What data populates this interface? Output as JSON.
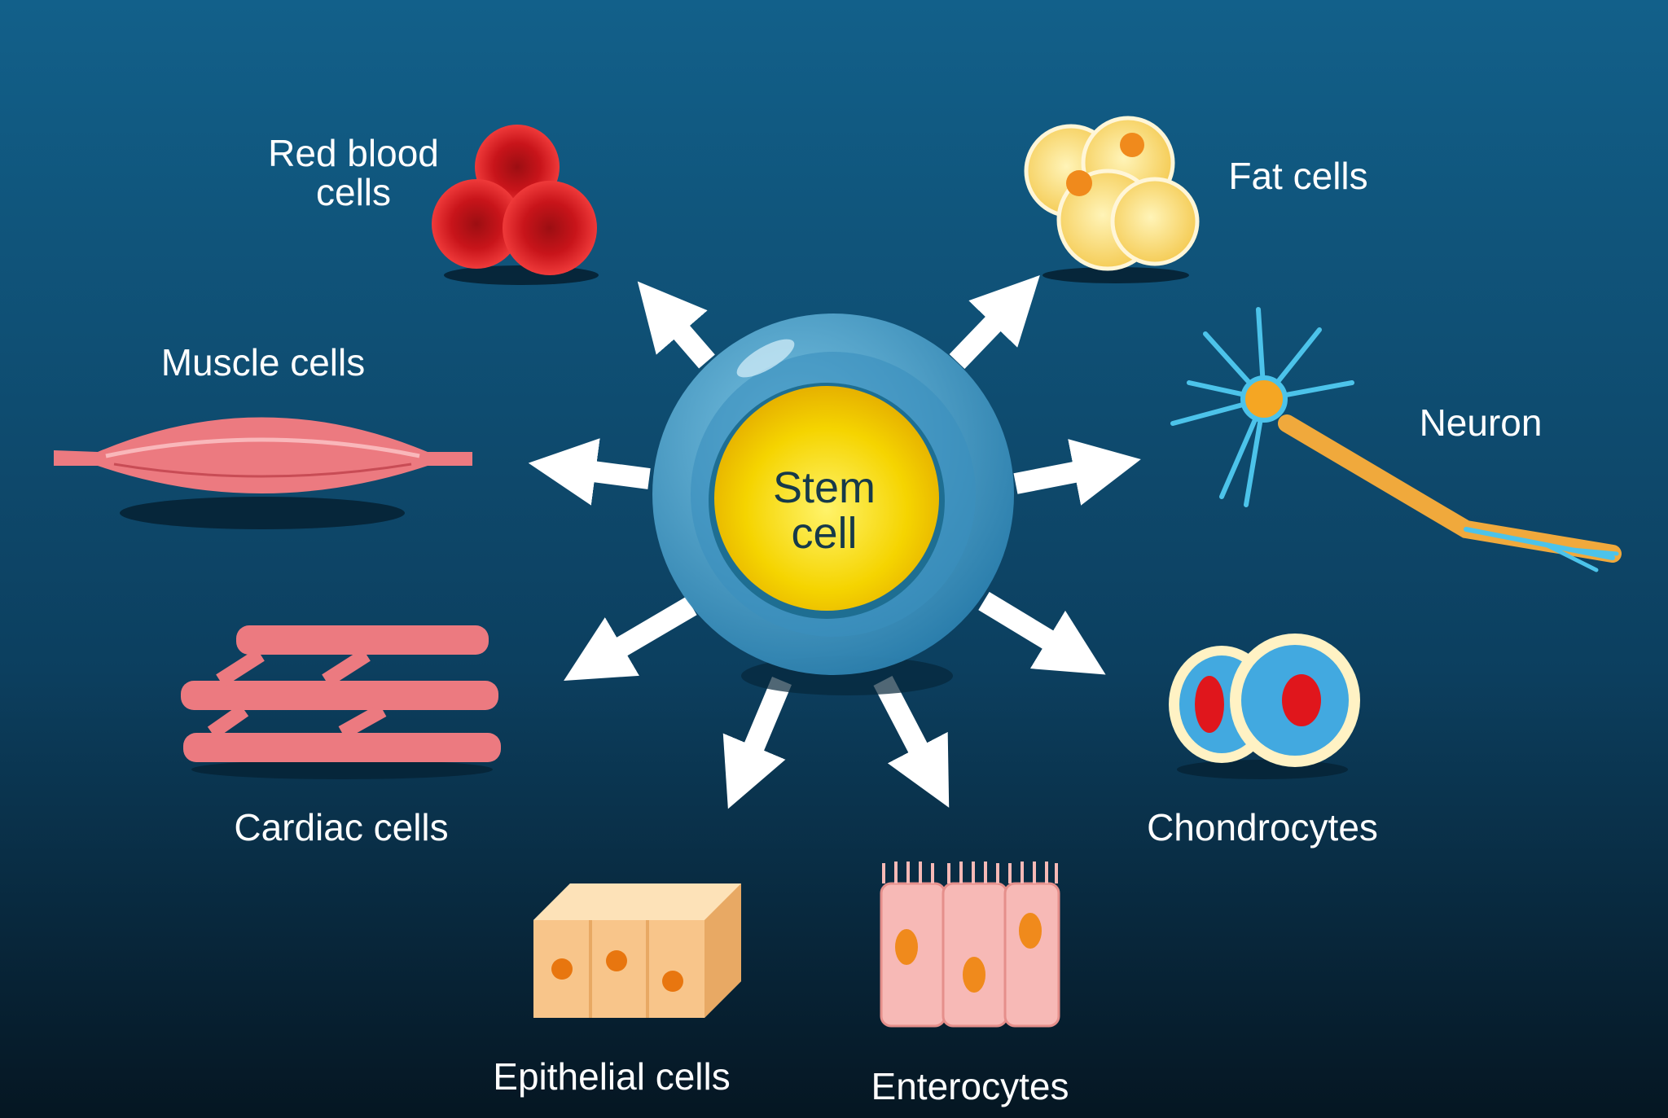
{
  "center": {
    "line1": "Stem",
    "line2": "cell"
  },
  "labels": {
    "red_blood_line1": "Red blood",
    "red_blood_line2": "cells",
    "fat": "Fat cells",
    "muscle": "Muscle cells",
    "neuron": "Neuron",
    "cardiac": "Cardiac cells",
    "chondrocytes": "Chondrocytes",
    "epithelial": "Epithelial cells",
    "enterocytes": "Enterocytes"
  },
  "colors": {
    "bg_top": "#12608a",
    "bg_bottom": "#051622",
    "arrow": "#ffffff",
    "nucleus": "#f5d400",
    "rbc": "#d9161c",
    "fat": "#fbe08a",
    "muscle": "#ec7a80",
    "neuron": "#4cc3ea"
  }
}
